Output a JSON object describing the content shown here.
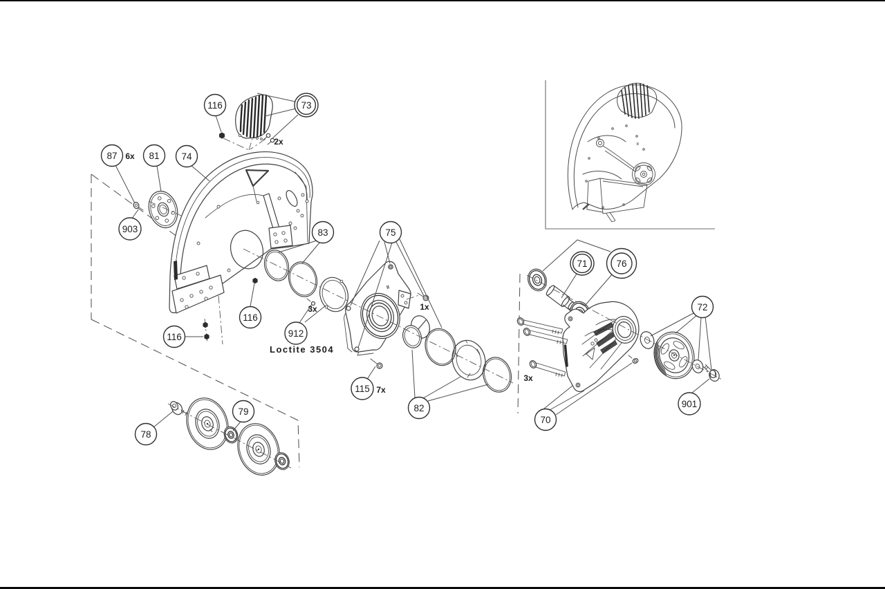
{
  "diagram": {
    "type": "exploded-parts-diagram",
    "subject": "cut-off saw blade guard and belt drive assembly",
    "background_color": "#ffffff",
    "line_color": "#3f3f3f",
    "highlight_color": "#cf2026",
    "note": {
      "text": "Loctite 3504"
    },
    "marks": [
      {
        "text": "II"
      },
      {
        "text": "II"
      }
    ],
    "callouts": [
      {
        "label": "116"
      },
      {
        "label": "73",
        "qty": "2x"
      },
      {
        "label": "87",
        "qty": "6x"
      },
      {
        "label": "81"
      },
      {
        "label": "74"
      },
      {
        "label": "903"
      },
      {
        "label": "83"
      },
      {
        "label": "75",
        "qty": "1x"
      },
      {
        "label": "116"
      },
      {
        "label": "116"
      },
      {
        "label": "912",
        "qty": "3x"
      },
      {
        "label": "115",
        "qty": "7x"
      },
      {
        "label": "82"
      },
      {
        "label": "71"
      },
      {
        "label": "76",
        "highlighted": true
      },
      {
        "label": "72"
      },
      {
        "label": "901"
      },
      {
        "label": "70",
        "qty": "3x"
      },
      {
        "label": "78"
      },
      {
        "label": "79"
      }
    ]
  }
}
